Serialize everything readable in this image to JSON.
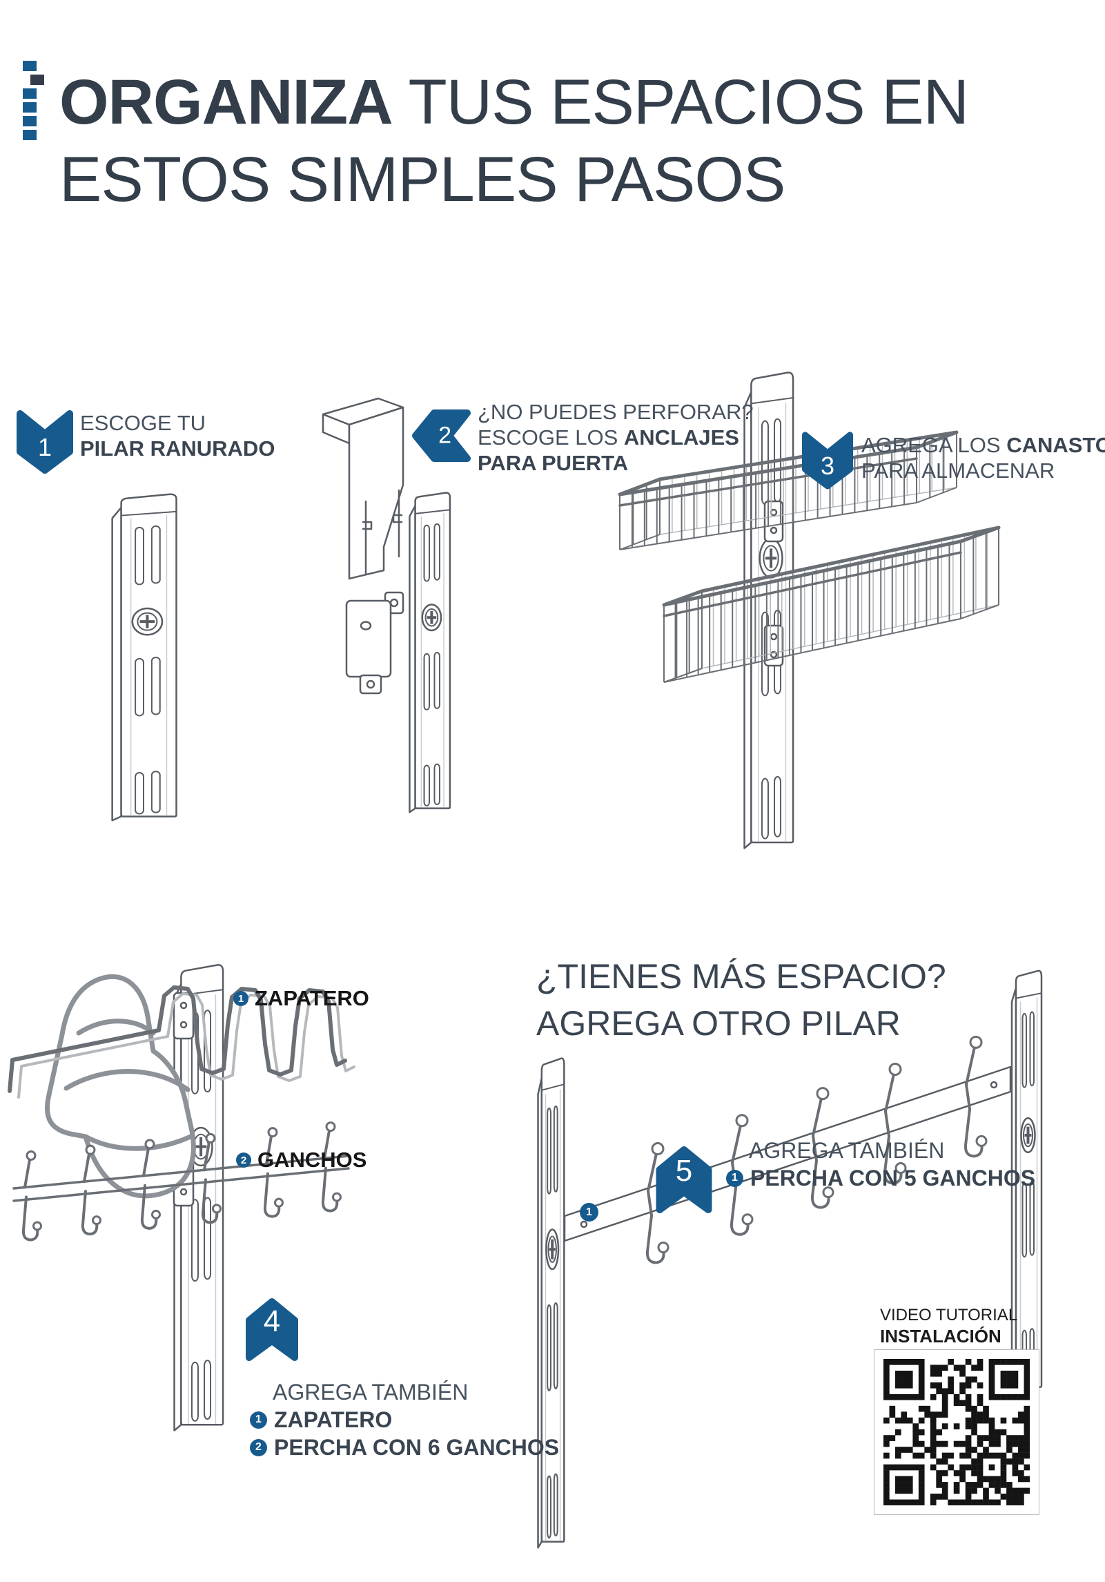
{
  "colors": {
    "accent": "#175b8e",
    "title": "#333e4a",
    "text": "#47525e",
    "text-bold": "#3a4551",
    "label": "#161616",
    "line": "#585d64",
    "wire": "#6a6f75",
    "wire-light": "#b5b9bd",
    "shoe": "#8d9298",
    "qr": "#141414"
  },
  "icons": {
    "brand": "dotted-bar-icon",
    "step1_badge": "chevron-down-badge-icon",
    "step2_badge": "chevron-left-badge-icon",
    "step3_badge": "chevron-down-badge-icon",
    "step4_badge": "chevron-up-badge-icon",
    "step5_badge": "chevron-up-badge-icon",
    "qr": "qr-code"
  },
  "header": {
    "title_bold": "ORGANIZA",
    "title_rest": " TUS ESPACIOS EN",
    "title_line2": "ESTOS SIMPLES PASOS"
  },
  "step1": {
    "number": "1",
    "line1": "ESCOGE TU",
    "line2": "PILAR RANURADO"
  },
  "step2": {
    "number": "2",
    "line1": "¿NO PUEDES PERFORAR?",
    "line2_regular": "ESCOGE LOS ",
    "line2_bold": "ANCLAJES",
    "line3": "PARA PUERTA"
  },
  "step3": {
    "number": "3",
    "line1_regular": "AGREGA LOS ",
    "line1_bold": "CANASTOS",
    "line2": "PARA ALMACENAR"
  },
  "diagram_labels": {
    "zapatero_num": "1",
    "zapatero": "ZAPATERO",
    "ganchos_num": "2",
    "ganchos": "GANCHOS",
    "rail_marker": "1"
  },
  "step4": {
    "number": "4",
    "intro": "AGREGA TAMBIÉN",
    "item1_num": "1",
    "item1": "ZAPATERO",
    "item2_num": "2",
    "item2": "PERCHA CON 6 GANCHOS"
  },
  "more_space": {
    "line1": "¿TIENES MÁS ESPACIO?",
    "line2": "AGREGA OTRO PILAR"
  },
  "step5": {
    "number": "5",
    "intro": "AGREGA TAMBIÉN",
    "item1_num": "1",
    "item1": "PERCHA CON 5 GANCHOS"
  },
  "video_tutorial": {
    "line1": "VIDEO TUTORIAL",
    "line2": "INSTALACIÓN"
  }
}
